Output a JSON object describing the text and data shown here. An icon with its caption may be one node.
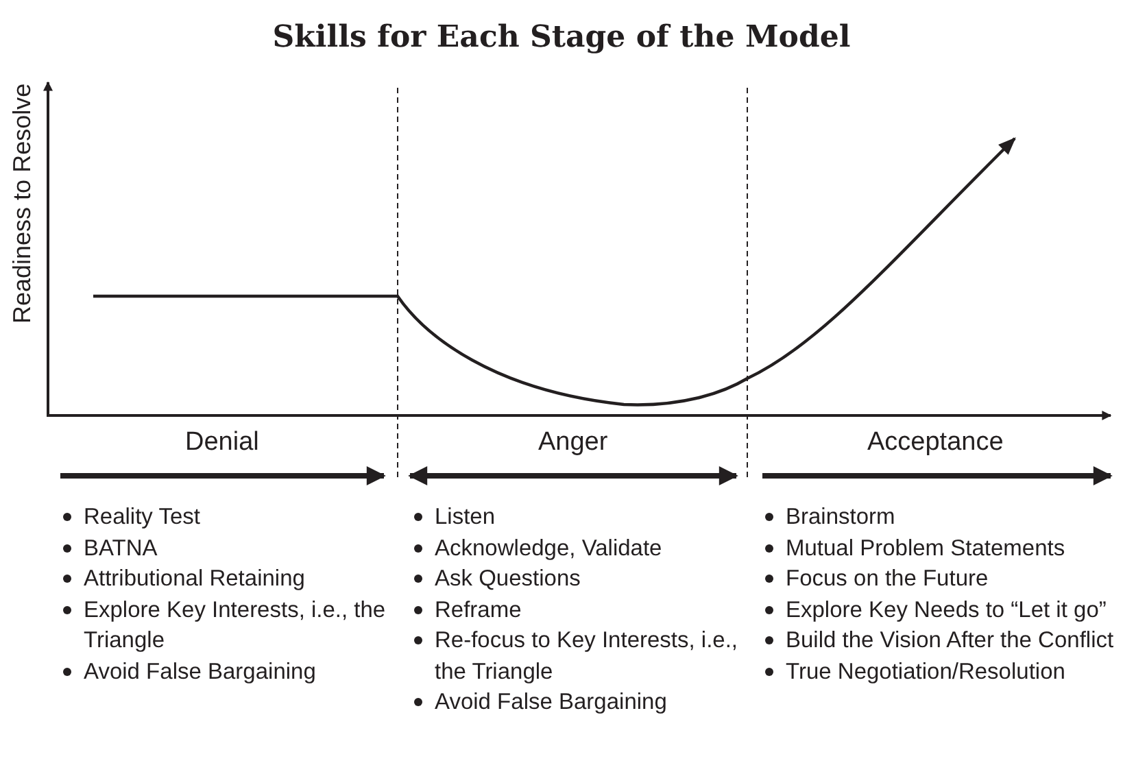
{
  "diagram": {
    "title": "Skills for Each Stage of the Model",
    "labels": [
      "Readiness to Resolve",
      "Denial",
      "Anger",
      "Acceptance",
      "Reality Test",
      "BATNA",
      "Attributional Retaining",
      "Explore Key Interests, i.e., the Triangle",
      "Avoid False Bargaining",
      "Listen",
      "Acknowledge, Validate",
      "Ask Questions",
      "Reframe",
      "Re-focus to Key Interests, i.e., the Triangle",
      "Avoid False Bargaining",
      "Brainstorm",
      "Mutual Problem Statements",
      "Focus on the Future",
      "Explore Key Needs to “Let it go”",
      "Build the Vision After the Conflict",
      "True Negotiation/Resolution"
    ]
  }
}
